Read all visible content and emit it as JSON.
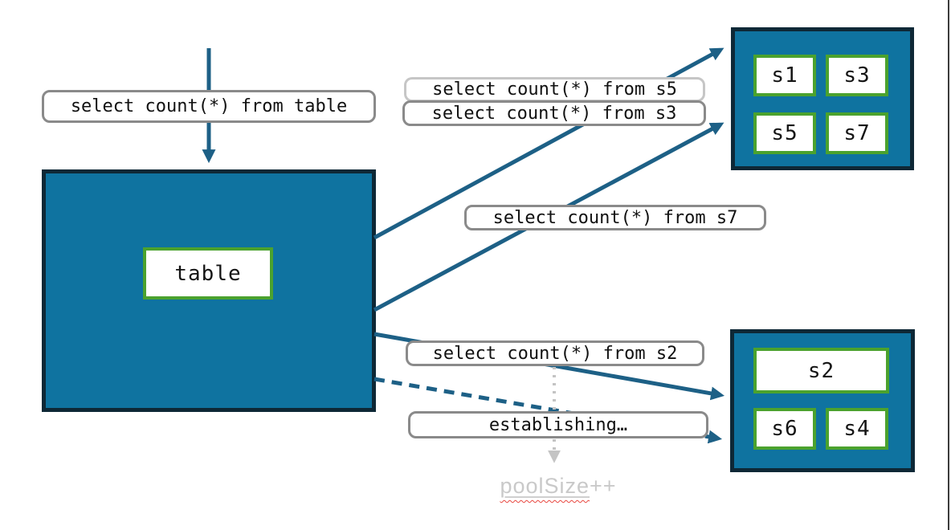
{
  "colors": {
    "box_fill_teal": "#0f73a0",
    "box_border_dark": "#0e2836",
    "node_border_green": "#4ba22e",
    "arrow_teal": "#1d6086",
    "pill_border_gray": "#8a8a8a",
    "pill_border_faded": "#c6c6c6",
    "dotted_arrow_gray": "#c4c4c4",
    "pool_text_gray": "#c9c9c9",
    "squiggle_red": "#e8473f"
  },
  "main_box": {
    "node_label": "table"
  },
  "shards_top": {
    "items": [
      "s1",
      "s3",
      "s5",
      "s7"
    ]
  },
  "shards_bottom": {
    "items": [
      "s2",
      "s6",
      "s4"
    ]
  },
  "queries": {
    "from_table": "select count(*) from table",
    "from_s5": "select count(*) from s5",
    "from_s3": "select count(*) from s3",
    "from_s7": "select count(*) from s7",
    "from_s2": "select count(*) from s2",
    "establishing": "establishing…"
  },
  "pool": {
    "base": "poolSize",
    "suffix": "++"
  }
}
